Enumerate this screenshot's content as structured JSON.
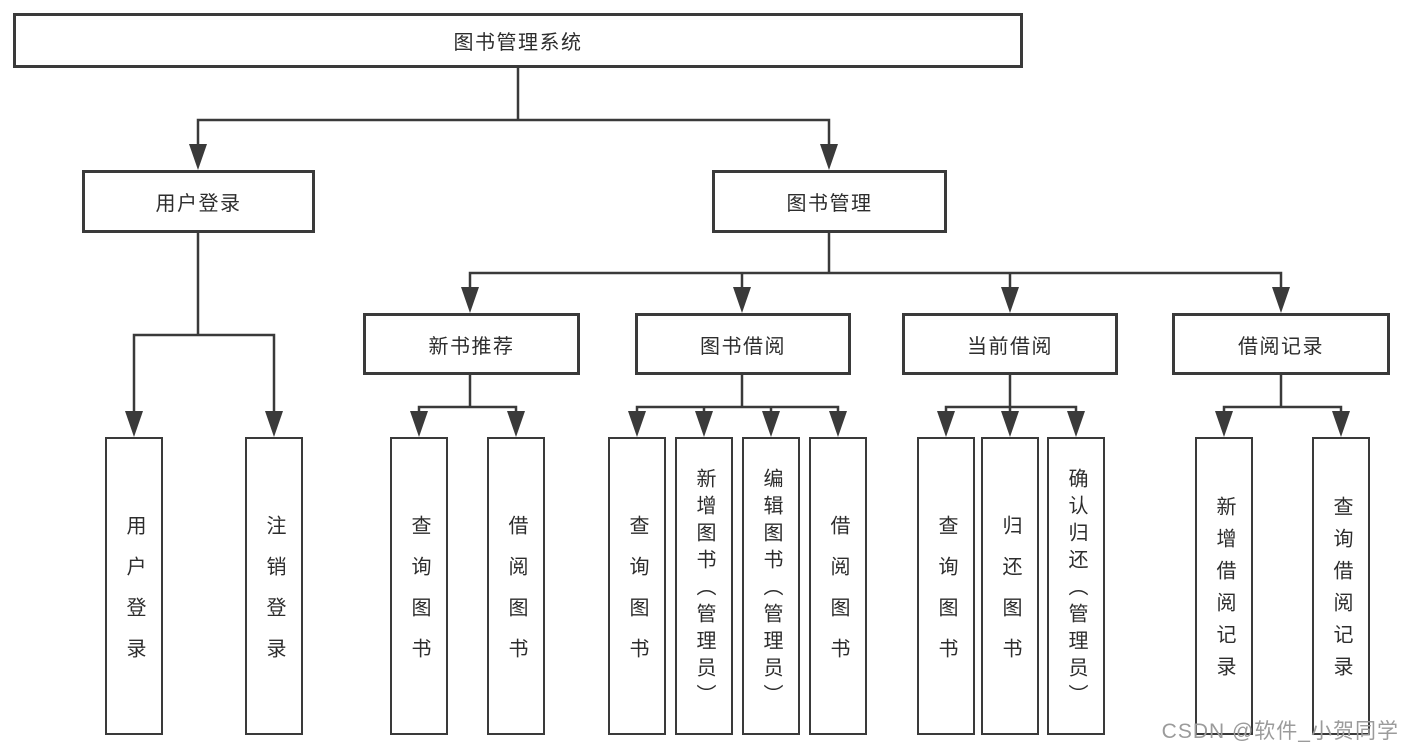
{
  "diagram": {
    "root": "图书管理系统",
    "level2": [
      "用户登录",
      "图书管理"
    ],
    "level3": [
      "新书推荐",
      "图书借阅",
      "当前借阅",
      "借阅记录"
    ],
    "leaves": {
      "login": [
        "用户登录",
        "注销登录"
      ],
      "recommend": [
        "查询图书",
        "借阅图书"
      ],
      "borrow": [
        "查询图书",
        "新增图书（管理员）",
        "编辑图书（管理员）",
        "借阅图书"
      ],
      "current": [
        "查询图书",
        "归还图书",
        "确认归还（管理员）"
      ],
      "records": [
        "新增借阅记录",
        "查询借阅记录"
      ]
    }
  },
  "watermark": "CSDN @软件_小贺同学",
  "colors": {
    "line": "#3a3a3a",
    "box_border": "#3a3a3a",
    "text": "#2d2d2d",
    "watermark": "#9b9b9b",
    "background": "#ffffff"
  }
}
